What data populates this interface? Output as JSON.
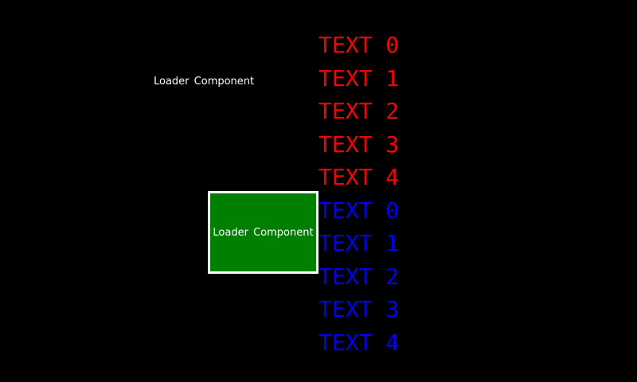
{
  "loader_label": {
    "text": "Loader Component"
  },
  "loader_box": {
    "text": "Loader Component",
    "fill_color": "#008000",
    "border_color": "#ffffff"
  },
  "text_items": [
    {
      "label": "TEXT 0",
      "color": "#ff0000"
    },
    {
      "label": "TEXT 1",
      "color": "#ff0000"
    },
    {
      "label": "TEXT 2",
      "color": "#ff0000"
    },
    {
      "label": "TEXT 3",
      "color": "#ff0000"
    },
    {
      "label": "TEXT 4",
      "color": "#ff0000"
    },
    {
      "label": "TEXT 0",
      "color": "#0000ff"
    },
    {
      "label": "TEXT 1",
      "color": "#0000ff"
    },
    {
      "label": "TEXT 2",
      "color": "#0000ff"
    },
    {
      "label": "TEXT 3",
      "color": "#0000ff"
    },
    {
      "label": "TEXT 4",
      "color": "#0000ff"
    }
  ]
}
